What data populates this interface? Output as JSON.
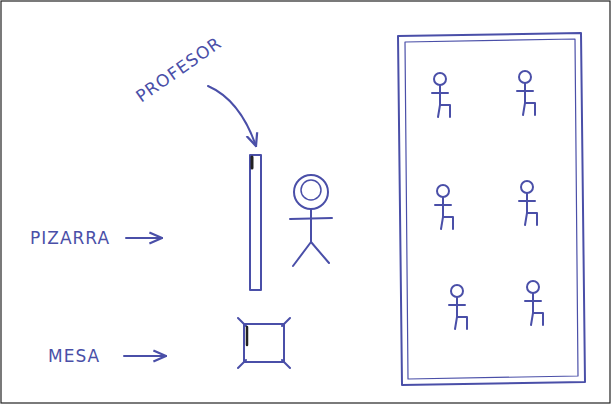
{
  "diagram": {
    "labels": [
      "PROFESOR",
      "PIZARRA",
      "MESA"
    ]
  }
}
